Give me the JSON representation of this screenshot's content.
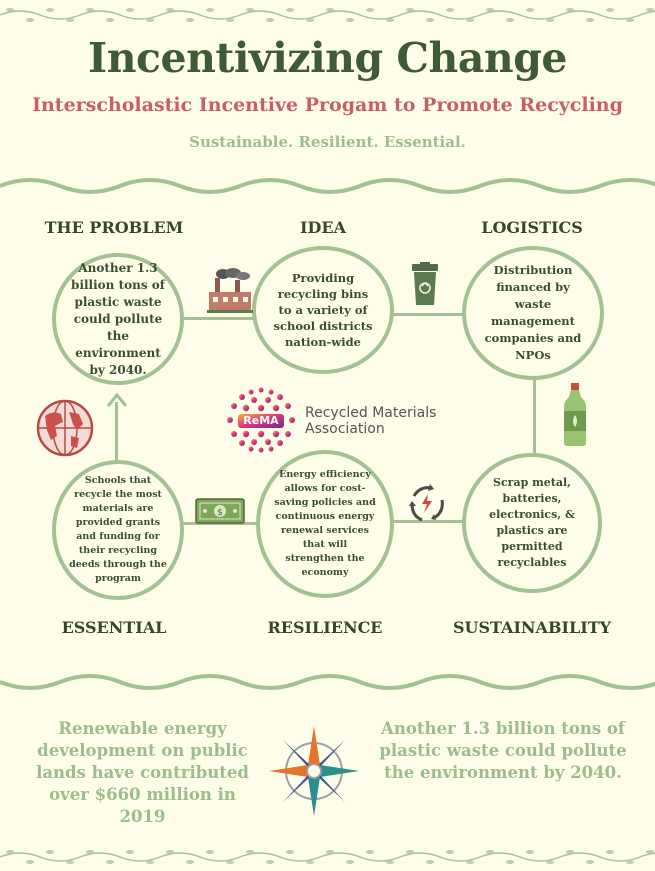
{
  "title": "Incentivizing Change",
  "subtitle": "Interscholastic Incentive Progam to Promote Recycling",
  "tagline": "Sustainable. Resilient. Essential.",
  "headings": {
    "problem": "THE PROBLEM",
    "idea": "IDEA",
    "logistics": "LOGISTICS",
    "essential": "ESSENTIAL",
    "resilience": "RESILIENCE",
    "sustainability": "SUSTAINABILITY"
  },
  "circles": {
    "problem": "Another 1.3 billion tons of plastic waste could pollute the environment by 2040.",
    "idea": "Providing recycling bins to a variety of school districts nation-wide",
    "logistics": "Distribution financed by waste management companies and NPOs",
    "essential": "Schools that recycle the most materials are provided grants and funding for their recycling deeds through the program",
    "resilience": "Energy efficiency allows for cost-saving policies and continuous energy renewal services that will strengthen the economy",
    "sustainability": "Scrap metal, batteries, electronics, & plastics are permitted recyclables"
  },
  "logo": {
    "mark": "ReMA",
    "name_line1": "Recycled Materials",
    "name_line2": "Association"
  },
  "bottom": {
    "left": "Renewable energy development on public lands have contributed over $660 million in 2019",
    "right": "Another 1.3 billion tons of plastic waste could pollute the environment by 2040."
  },
  "colors": {
    "title": "#3f5a36",
    "subtitle": "#c85f63",
    "accent_green": "#a3c194",
    "background": "#fdfde9"
  },
  "icons": [
    "factory-icon",
    "trash-bin-icon",
    "plastic-bottle-icon",
    "globe-icon",
    "money-bill-icon",
    "recycle-energy-icon",
    "compass-rose-icon",
    "vine-border"
  ]
}
